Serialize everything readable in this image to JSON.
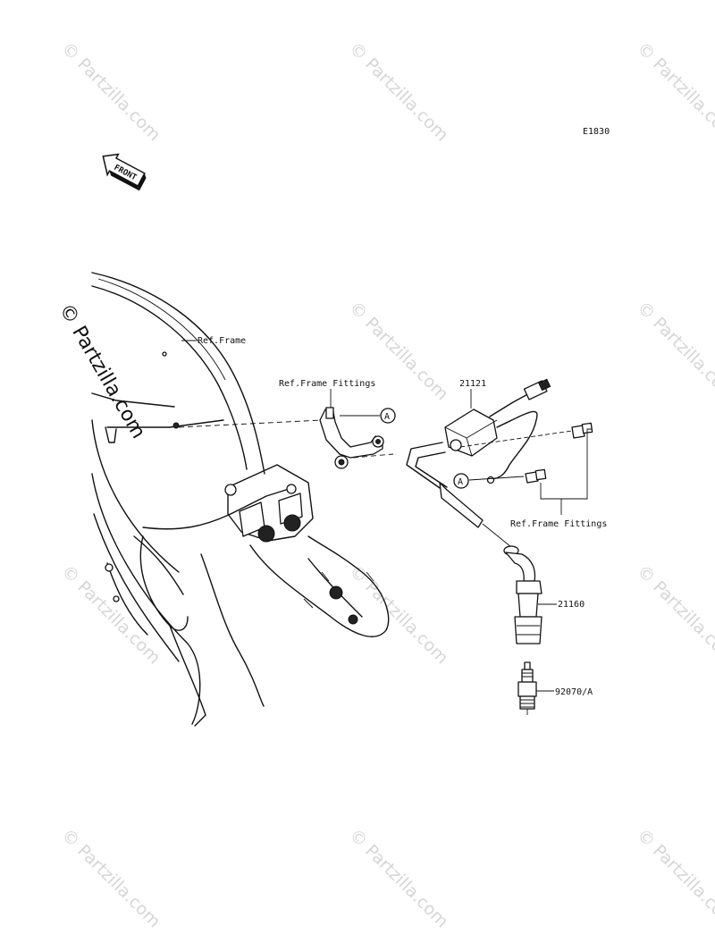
{
  "diagram_code": "E1830",
  "front_label": "FRONT",
  "labels": {
    "ref_frame": "Ref.Frame",
    "ref_frame_fittings_top": "Ref.Frame Fittings",
    "ref_frame_fittings_right": "Ref.Frame Fittings",
    "part_ignition_coil": "21121",
    "part_plug_cap": "21160",
    "part_spark_plug": "92070/A",
    "marker_a1": "A",
    "marker_a2": "A"
  },
  "watermarks": {
    "text": "© Partzilla.com",
    "main": "© Partzilla.com"
  },
  "colors": {
    "line": "#111111",
    "watermark": "#d6d6d6",
    "background": "#ffffff"
  }
}
